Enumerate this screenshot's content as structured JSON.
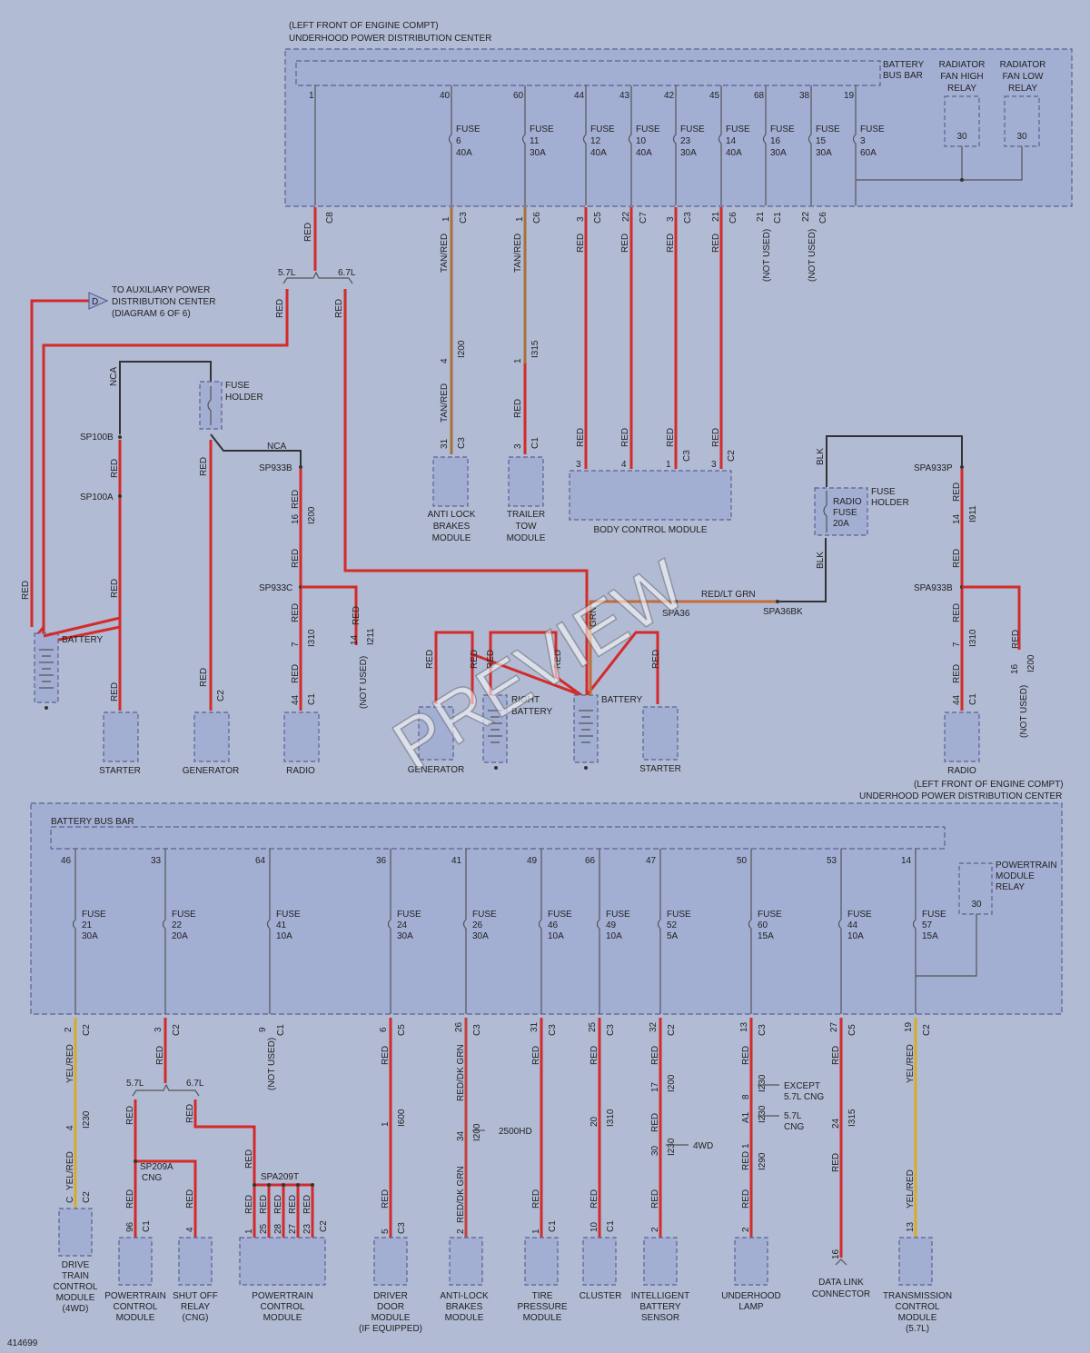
{
  "diagram_id": "414699",
  "watermark": "PREVIEW",
  "top_pdc": {
    "location_line1": "(LEFT FRONT OF ENGINE COMPT)",
    "location_line2": "UNDERHOOD POWER DISTRIBUTION CENTER",
    "bus_bar_label_1": "BATTERY",
    "bus_bar_label_2": "BUS BAR",
    "relay_high": [
      "RADIATOR",
      "FAN HIGH",
      "RELAY"
    ],
    "relay_low": [
      "RADIATOR",
      "FAN LOW",
      "RELAY"
    ],
    "relay_pin": "30",
    "pin_main": "1",
    "fuses": [
      {
        "pin": "40",
        "fuse": "6",
        "amps": "40A",
        "conn_pin": "1",
        "conn": "C3",
        "wire": "TAN/RED"
      },
      {
        "pin": "60",
        "fuse": "11",
        "amps": "30A",
        "conn_pin": "1",
        "conn": "C6",
        "wire": "TAN/RED"
      },
      {
        "pin": "44",
        "fuse": "12",
        "amps": "40A",
        "conn_pin": "3",
        "conn": "C5",
        "wire": "RED"
      },
      {
        "pin": "43",
        "fuse": "10",
        "amps": "40A",
        "conn_pin": "22",
        "conn": "C7",
        "wire": "RED"
      },
      {
        "pin": "42",
        "fuse": "23",
        "amps": "30A",
        "conn_pin": "3",
        "conn": "C3",
        "wire": "RED"
      },
      {
        "pin": "45",
        "fuse": "14",
        "amps": "40A",
        "conn_pin": "21",
        "conn": "C6",
        "wire": "RED"
      },
      {
        "pin": "68",
        "fuse": "16",
        "amps": "30A",
        "conn_pin": "21",
        "conn": "C1",
        "wire": "(NOT USED)"
      },
      {
        "pin": "38",
        "fuse": "15",
        "amps": "30A",
        "conn_pin": "22",
        "conn": "C6",
        "wire": "(NOT USED)"
      },
      {
        "pin": "19",
        "fuse": "3",
        "amps": "60A"
      }
    ],
    "fuse_word": "FUSE"
  },
  "upper_left": {
    "main_wire": "RED",
    "main_conn": "C8",
    "split_a": "5.7L",
    "split_b": "6.7L",
    "aux_pdc": [
      "TO AUXILIARY POWER",
      "DISTRIBUTION CENTER",
      "(DIAGRAM 6 OF 6)"
    ],
    "aux_letter": "D",
    "nca": "NCA",
    "fuse_holder": [
      "FUSE",
      "HOLDER"
    ],
    "sp100b": "SP100B",
    "sp100a": "SP100A",
    "sp933b": "SP933B",
    "sp933c": "SP933C",
    "battery": "BATTERY",
    "starter": "STARTER",
    "generator": "GENERATOR",
    "radio": "RADIO",
    "red": "RED",
    "not_used": "(NOT USED)",
    "c_pins": {
      "p16": "16",
      "c200": "I200",
      "p7": "7",
      "c310": "I310",
      "p14": "14",
      "c211": "I211",
      "p44": "44",
      "c1": "C1",
      "c2": "C2"
    }
  },
  "upper_mid": {
    "abs": [
      "ANTI LOCK",
      "BRAKES",
      "MODULE"
    ],
    "ttm": [
      "TRAILER",
      "TOW",
      "MODULE"
    ],
    "bcm": "BODY CONTROL MODULE",
    "abs_pins": {
      "p4": "4",
      "c200": "I200",
      "p31": "31",
      "c3": "C3"
    },
    "ttm_pins": {
      "p1": "1",
      "c315": "I315",
      "p3": "3",
      "c1": "C1"
    },
    "bcm_pins": [
      "3",
      "4",
      "1",
      "3"
    ],
    "bcm_conns": [
      "C3",
      "C2"
    ],
    "tan_red": "TAN/RED",
    "red": "RED",
    "generator": "GENERATOR",
    "right_battery": [
      "RIGHT",
      "BATTERY"
    ],
    "battery": "BATTERY",
    "starter": "STARTER",
    "red_lt_grn": "RED/LT GRN",
    "spa36": "SPA36",
    "spa36bk": "SPA36BK",
    "grn": "GRN"
  },
  "upper_right": {
    "blk": "BLK",
    "fuse_holder": [
      "FUSE",
      "HOLDER"
    ],
    "radio_fuse": [
      "RADIO",
      "FUSE",
      "20A"
    ],
    "spa933p": "SPA933P",
    "spa933b": "SPA933B",
    "radio": "RADIO",
    "red": "RED",
    "not_used": "(NOT USED)",
    "pins": {
      "p14": "14",
      "c911": "I911",
      "p7": "7",
      "c310": "I310",
      "p44": "44",
      "c1": "C1",
      "p16": "16",
      "c200": "I200"
    }
  },
  "bottom_pdc": {
    "location_line1": "(LEFT FRONT OF ENGINE COMPT)",
    "location_line2": "UNDERHOOD POWER DISTRIBUTION CENTER",
    "bus_bar": "BATTERY BUS BAR",
    "pcm_relay": [
      "POWERTRAIN",
      "MODULE",
      "RELAY"
    ],
    "relay_pin": "30",
    "fuse_word": "FUSE",
    "fuses": [
      {
        "pin": "46",
        "fuse": "21",
        "amps": "30A",
        "cp": "2",
        "conn": "C2"
      },
      {
        "pin": "33",
        "fuse": "22",
        "amps": "20A",
        "cp": "3",
        "conn": "C2"
      },
      {
        "pin": "64",
        "fuse": "41",
        "amps": "10A",
        "cp": "9",
        "conn": "C1"
      },
      {
        "pin": "36",
        "fuse": "24",
        "amps": "30A",
        "cp": "6",
        "conn": "C5"
      },
      {
        "pin": "41",
        "fuse": "26",
        "amps": "30A",
        "cp": "26",
        "conn": "C3"
      },
      {
        "pin": "49",
        "fuse": "46",
        "amps": "10A",
        "cp": "31",
        "conn": "C3"
      },
      {
        "pin": "66",
        "fuse": "49",
        "amps": "10A",
        "cp": "25",
        "conn": "C3"
      },
      {
        "pin": "47",
        "fuse": "52",
        "amps": "5A",
        "cp": "32",
        "conn": "C2"
      },
      {
        "pin": "50",
        "fuse": "60",
        "amps": "15A",
        "cp": "13",
        "conn": "C3"
      },
      {
        "pin": "53",
        "fuse": "44",
        "amps": "10A",
        "cp": "27",
        "conn": "C5"
      },
      {
        "pin": "14",
        "fuse": "57",
        "amps": "15A",
        "cp": "19",
        "conn": "C2"
      }
    ]
  },
  "bottom_modules": {
    "dtcm": [
      "DRIVE",
      "TRAIN",
      "CONTROL",
      "MODULE",
      "(4WD)"
    ],
    "pcm1": [
      "POWERTRAIN",
      "CONTROL",
      "MODULE"
    ],
    "sor": [
      "SHUT OFF",
      "RELAY",
      "(CNG)"
    ],
    "pcm2": [
      "POWERTRAIN",
      "CONTROL",
      "MODULE"
    ],
    "ddm": [
      "DRIVER",
      "DOOR",
      "MODULE",
      "(IF EQUIPPED)"
    ],
    "abs": [
      "ANTI-LOCK",
      "BRAKES",
      "MODULE"
    ],
    "tpm": [
      "TIRE",
      "PRESSURE",
      "MODULE"
    ],
    "cluster": "CLUSTER",
    "ibs": [
      "INTELLIGENT",
      "BATTERY",
      "SENSOR"
    ],
    "ulamp": [
      "UNDERHOOD",
      "LAMP"
    ],
    "dlc": [
      "DATA LINK",
      "CONNECTOR"
    ],
    "tcm": [
      "TRANSMISSION",
      "CONTROL",
      "MODULE",
      "(5.7L)"
    ],
    "yel_red": "YEL/RED",
    "red": "RED",
    "red_dk_grn": "RED/DK GRN",
    "not_used": "(NOT USED)",
    "split_a": "5.7L",
    "split_b": "6.7L",
    "sp209a": "SP209A",
    "cng": "CNG",
    "spa209t": "SPA209T",
    "hd2500": "2500HD",
    "wd4": "4WD",
    "except": "EXCEPT",
    "cng57": "5.7L CNG",
    "l57": "5.7L",
    "pins": {
      "dt_i230": "I230",
      "dt_p4": "4",
      "dt_c": "C",
      "dt_c2": "C2",
      "p96": "96",
      "c1": "C1",
      "p4": "4",
      "p1": "1",
      "p25": "25",
      "p28": "28",
      "p27": "27",
      "p23": "23",
      "c2": "C2",
      "ddm_i600": "I600",
      "ddm_p1": "1",
      "ddm_p5": "5",
      "c3": "C3",
      "abs_p34": "34",
      "abs_i200": "I200",
      "abs_p2": "2",
      "tpm_p1": "1",
      "cl_p20": "20",
      "cl_i310": "I310",
      "cl_p10": "10",
      "ibs_p17": "17",
      "ibs_i200": "I200",
      "ibs_p30": "30",
      "ibs_i230": "I230",
      "ibs_p2": "2",
      "ul_p8": "8",
      "ul_i230": "I230",
      "ul_a1": "A1",
      "ul_i290": "I290",
      "ul_p1": "1",
      "ul_p2": "2",
      "dl_p24": "24",
      "dl_i315": "I315",
      "dl_p16": "16",
      "tc_p13": "13"
    }
  }
}
